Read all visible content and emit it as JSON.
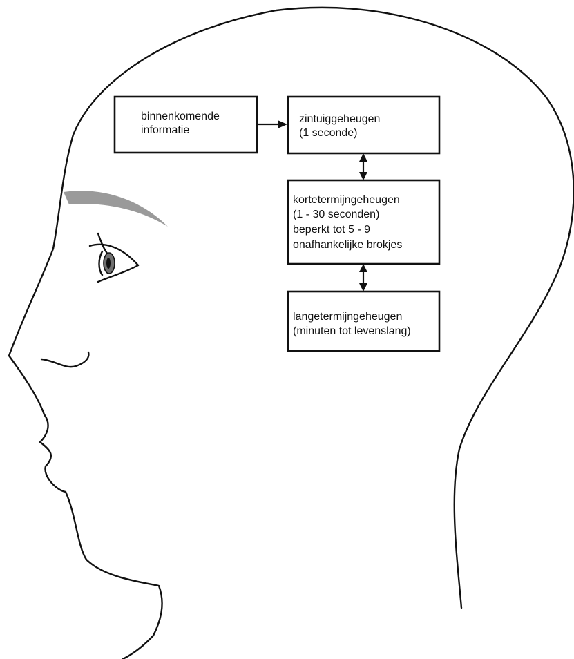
{
  "boxes": {
    "incoming": {
      "lines": [
        "binnenkomende",
        "informatie"
      ]
    },
    "sensory": {
      "lines": [
        "zintuiggeheugen",
        "(1 seconde)"
      ]
    },
    "short_term": {
      "lines": [
        "kortetermijngeheugen",
        "(1 - 30 seconden)",
        "beperkt tot 5 - 9",
        "onafhankelijke brokjes"
      ]
    },
    "long_term": {
      "lines": [
        "langetermijngeheugen",
        "(minuten tot levenslang)"
      ]
    }
  },
  "colors": {
    "line": "#111111",
    "eyebrow": "#9a9a9a",
    "iris": "#6f6f6f",
    "background": "#ffffff"
  }
}
